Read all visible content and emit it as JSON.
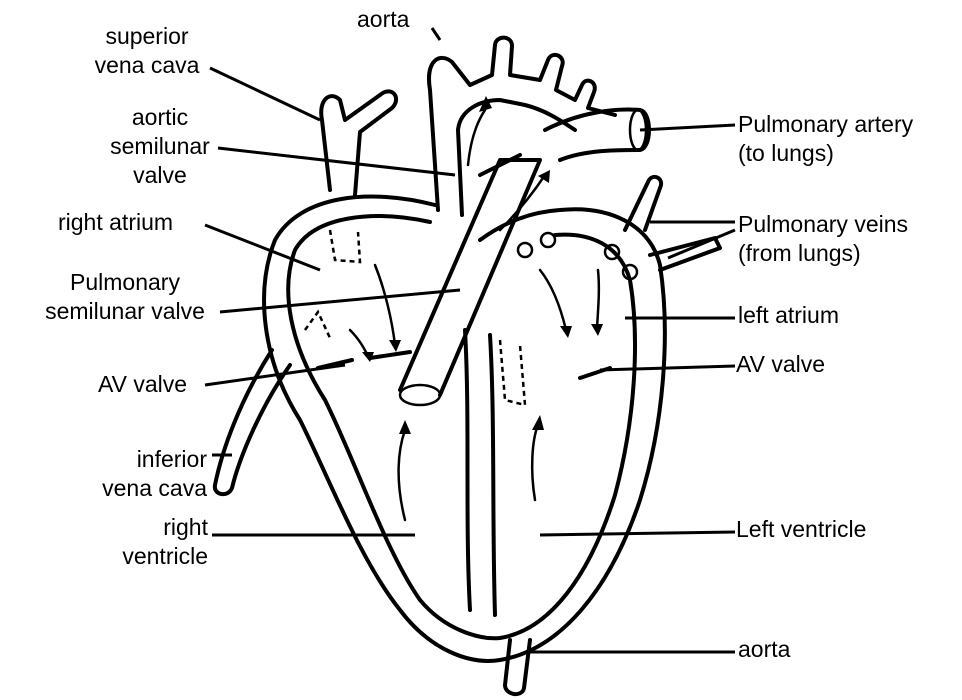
{
  "labels": {
    "aorta_top": "aorta",
    "superior_vena_cava": [
      "superior",
      "vena cava"
    ],
    "aortic_semilunar_valve": [
      "aortic",
      "semilunar",
      "valve"
    ],
    "right_atrium": "right atrium",
    "pulmonary_semilunar_valve": [
      "Pulmonary",
      "semilunar valve"
    ],
    "av_valve_left_side": "AV valve",
    "inferior_vena_cava": [
      "inferior",
      "vena cava"
    ],
    "right_ventricle": [
      "right",
      "ventricle"
    ],
    "pulmonary_artery": [
      "Pulmonary artery",
      "(to lungs)"
    ],
    "pulmonary_veins": [
      "Pulmonary veins",
      "(from lungs)"
    ],
    "left_atrium": "left atrium",
    "av_valve_right_side": "AV valve",
    "left_ventricle": "Left ventricle",
    "aorta_bottom": "aorta"
  }
}
